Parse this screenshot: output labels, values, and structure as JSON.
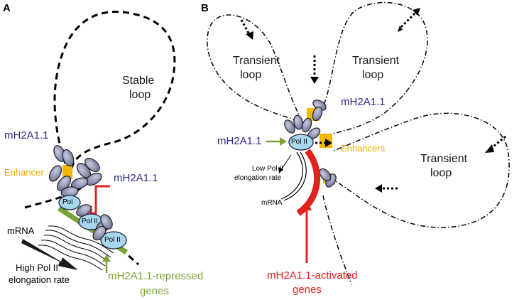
{
  "panel_a": {
    "letter": "A",
    "loop_label_line1": "Stable",
    "loop_label_line2": "loop",
    "mh2a_top": "mH2A1.1",
    "mh2a_red": "mH2A1.1",
    "enhancer": "Enhancer",
    "pol_label": "Pol II",
    "pol_label_short": "Pol",
    "mrna": "mRNA",
    "rate_line1": "High Pol II",
    "rate_line2": "elongation rate",
    "genes_line1": "mH2A1.1-repressed",
    "genes_line2": "genes"
  },
  "panel_b": {
    "letter": "B",
    "loop1_line1": "Transient",
    "loop1_line2": "loop",
    "loop2_line1": "Transient",
    "loop2_line2": "loop",
    "loop3_line1": "Transient",
    "loop3_line2": "loop",
    "mh2a_right": "mH2A1.1",
    "mh2a_left": "mH2A1.1",
    "pol_label": "Pol II",
    "enhancers": "Enhancers",
    "rate_line1": "Low Pol II",
    "rate_line2": "elongation rate",
    "mrna": "mRNA",
    "genes_line1": "mH2A1.1-activated",
    "genes_line2": "genes"
  },
  "colors": {
    "histone": "#8a8fb0",
    "pol": "#a8d8f0",
    "enhancer": "#f5b800",
    "green": "#7aa336",
    "red": "#e0231c",
    "purple": "#2e2a8a"
  }
}
